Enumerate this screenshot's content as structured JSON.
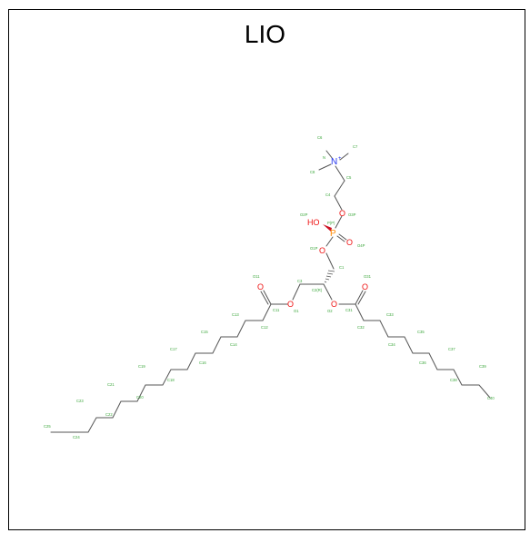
{
  "title": "LIO",
  "colors": {
    "bond": "#555555",
    "oxygen": "#ee1111",
    "nitrogen": "#2233ee",
    "phosphorus": "#ff8800",
    "label": "#3aa63a"
  },
  "molecule": {
    "hetero_atoms": {
      "N": "N",
      "N_charge": "+",
      "P": "P",
      "HO": "HO",
      "O_P1": "O",
      "O_P2": "O",
      "O_P3": "O",
      "O_ester1": "O",
      "O_ester2": "O",
      "O_carbonyl1": "O",
      "O_carbonyl2": "O"
    },
    "atom_labels": {
      "c6": "C6",
      "c7": "C7",
      "c8": "C8",
      "n": "N",
      "c5": "C5",
      "c4": "C4",
      "o3p": "O3P",
      "o2p": "O2P",
      "o4p": "O4P",
      "p": "P(P)",
      "o1p": "O1P",
      "c1": "C1",
      "c3": "C3",
      "c2": "C2(R)",
      "o1": "O1",
      "o2": "O2",
      "o11": "O11",
      "c11": "C11",
      "o31": "O31",
      "c31": "C31",
      "c13": "C13",
      "c12": "C12",
      "c15": "C15",
      "c14": "C14",
      "c17": "C17",
      "c16": "C16",
      "c19": "C19",
      "c18": "C18",
      "c21": "C21",
      "c20": "C20",
      "c23": "C23",
      "c22": "C22",
      "c25": "C25",
      "c24": "C24",
      "c33": "C33",
      "c32": "C32",
      "c35": "C35",
      "c34": "C34",
      "c37": "C37",
      "c36": "C36",
      "c39": "C39",
      "c38": "C38",
      "c40": "C40"
    }
  }
}
